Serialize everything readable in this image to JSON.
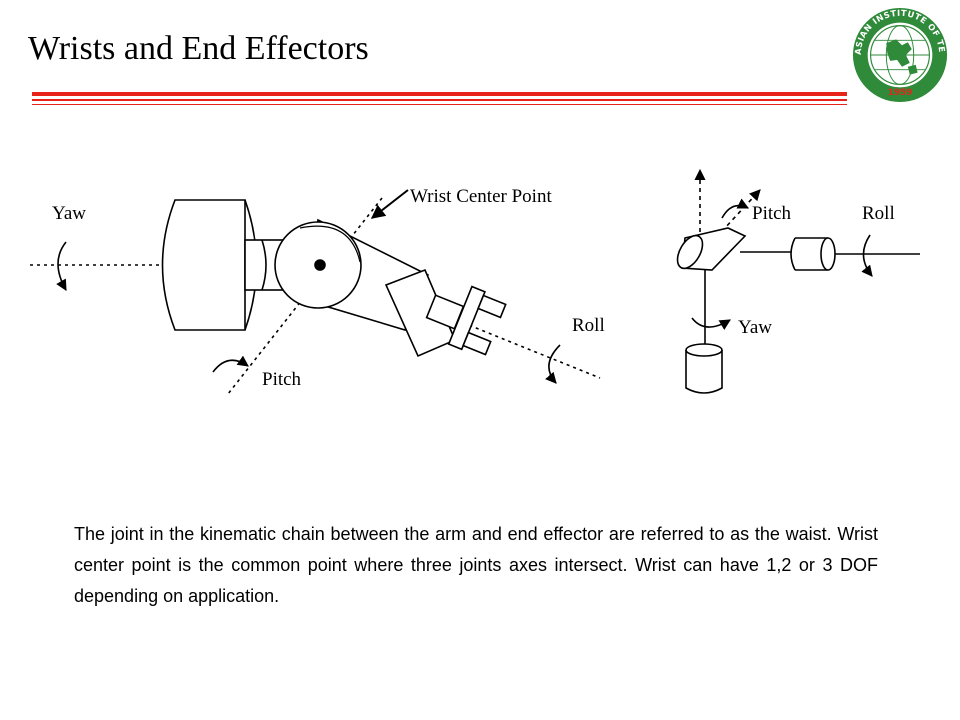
{
  "title": "Wrists and End Effectors",
  "logo": {
    "top_text": "ASIAN INSTITUTE OF TECHNOLOGY",
    "year": "1959"
  },
  "figure_left": {
    "yaw": "Yaw",
    "pitch": "Pitch",
    "roll": "Roll",
    "center": "Wrist Center Point"
  },
  "figure_right": {
    "pitch": "Pitch",
    "roll": "Roll",
    "yaw": "Yaw"
  },
  "body": "The joint in the kinematic chain between the arm and end effector are referred to as the waist. Wrist center point is the common point where three joints axes intersect. Wrist can have 1,2 or 3 DOF depending on application.",
  "colors": {
    "accent_red": "#e8241a",
    "logo_green": "#2f8a3a"
  }
}
